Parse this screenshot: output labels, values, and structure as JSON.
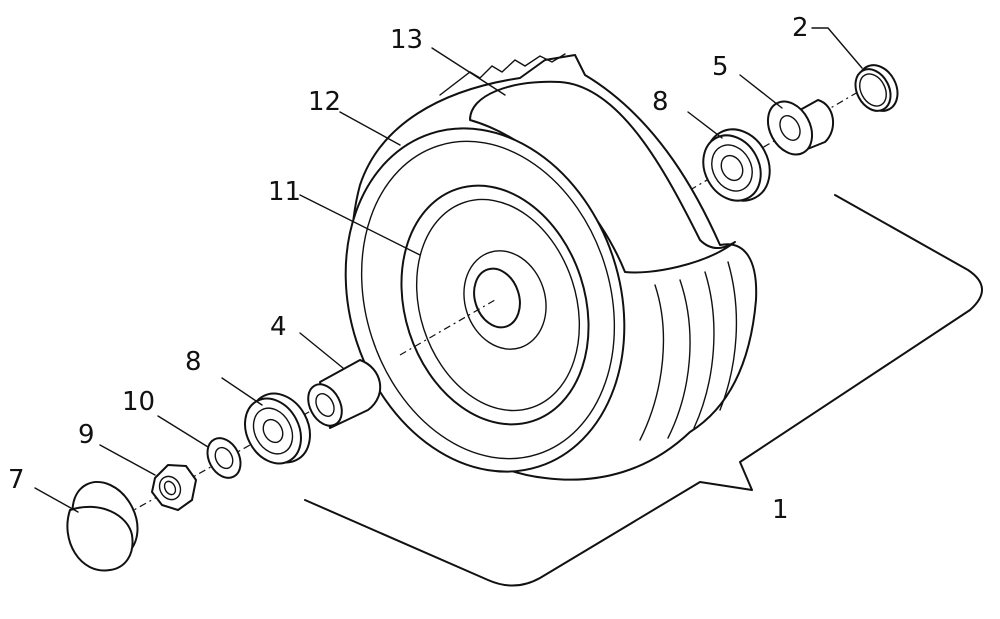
{
  "diagram": {
    "callouts": [
      {
        "id": "c1",
        "text": "1"
      },
      {
        "id": "c2",
        "text": "2"
      },
      {
        "id": "c4",
        "text": "4"
      },
      {
        "id": "c5",
        "text": "5"
      },
      {
        "id": "c7",
        "text": "7"
      },
      {
        "id": "c8a",
        "text": "8"
      },
      {
        "id": "c8b",
        "text": "8"
      },
      {
        "id": "c9",
        "text": "9"
      },
      {
        "id": "c10",
        "text": "10"
      },
      {
        "id": "c11",
        "text": "11"
      },
      {
        "id": "c12",
        "text": "12"
      },
      {
        "id": "c13",
        "text": "13"
      }
    ]
  }
}
